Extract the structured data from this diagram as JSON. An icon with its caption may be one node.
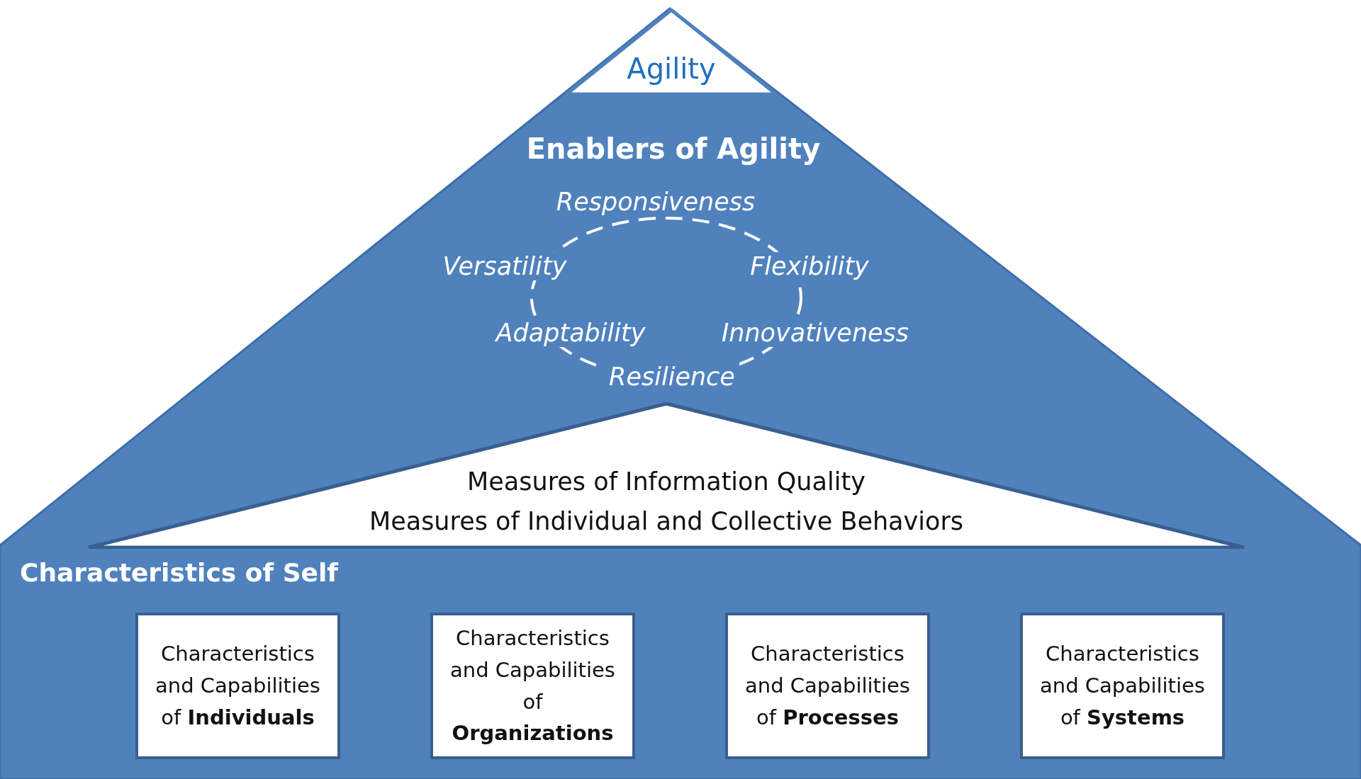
{
  "diagram": {
    "nodes": [
      {
        "text": [
          "Enablers of Agility",
          "Characteristics of Self"
        ]
      },
      {
        "text": [
          "Agility"
        ],
        "in": 0
      },
      {
        "text": [
          "Measures of Information Quality",
          "Measures of Individual and Collective Behaviors"
        ],
        "in": 0
      },
      {
        "text": [
          "Characteristics and Capabilities of **Individuals**"
        ],
        "in": 0
      },
      {
        "text": [
          "Characteristics and Capabilities of **Organizations**"
        ],
        "in": 0
      },
      {
        "text": [
          "Characteristics and Capabilities of **Processes**"
        ],
        "in": 0
      },
      {
        "text": [
          "Characteristics and Capabilities of **Systems**"
        ],
        "in": 0
      }
    ],
    "labels": [
      "Responsiveness",
      "Versatility",
      "Flexibility",
      "Adaptability",
      "Innovativeness",
      "Resilience"
    ]
  }
}
